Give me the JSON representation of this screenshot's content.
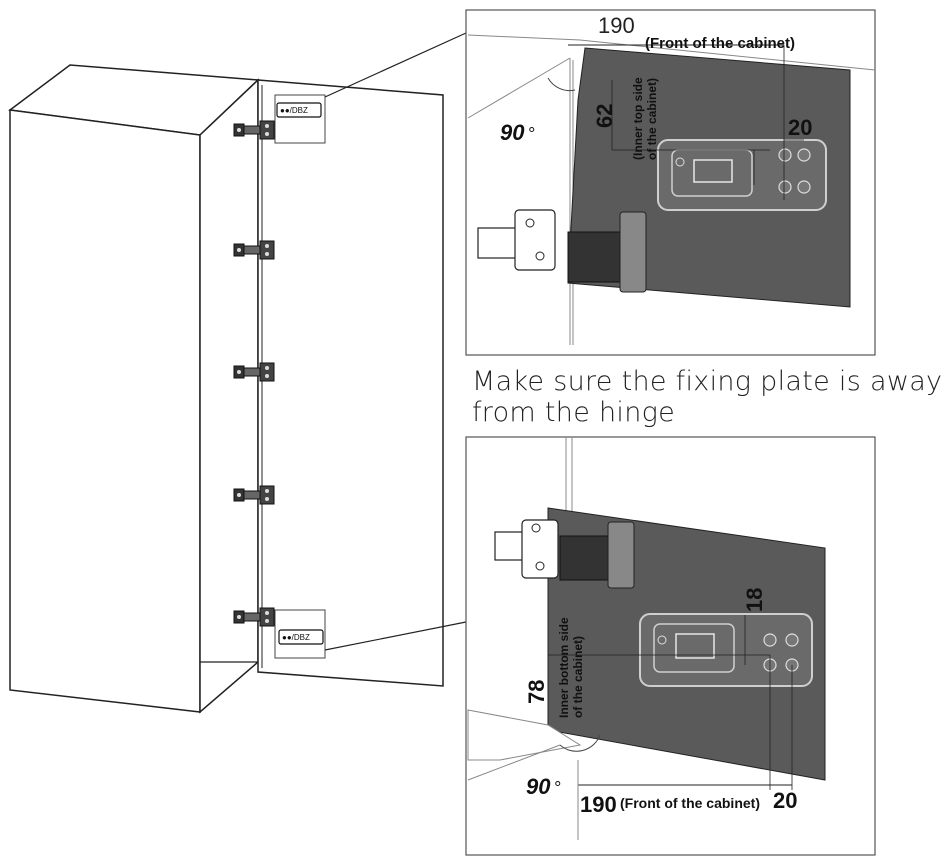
{
  "instruction": {
    "line1": "Make sure the fixing plate is away",
    "line2": "from the hinge"
  },
  "top_detail": {
    "width_value": "190",
    "width_label": "(Front of the cabinet)",
    "height_value": "62",
    "height_label_1": "(Inner top side",
    "height_label_2": "of the cabinet)",
    "spacing_value": "20",
    "angle_value": "90",
    "angle_unit": "°"
  },
  "bottom_detail": {
    "width_value": "190",
    "width_label": "(Front of the cabinet)",
    "height_value": "78",
    "height_label_1": "Inner bottom side",
    "height_label_2": "of the cabinet)",
    "spacing_value": "20",
    "vertical_spacing_value": "18",
    "angle_value": "90",
    "angle_unit": "°"
  },
  "plate_label": "●●/DBZ"
}
